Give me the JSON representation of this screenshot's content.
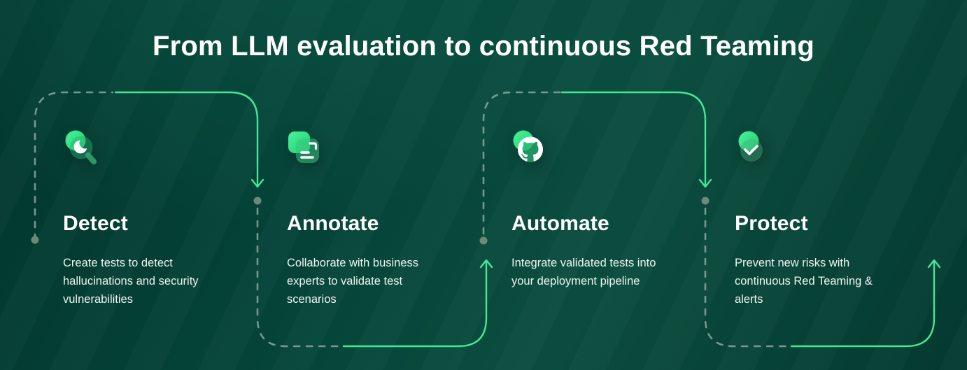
{
  "header": {
    "title": "From LLM evaluation to continuous Red Teaming"
  },
  "steps": [
    {
      "title": "Detect",
      "description": "Create tests to detect hallucinations and security vulnerabilities",
      "icon": "magnifier-icon"
    },
    {
      "title": "Annotate",
      "description": "Collaborate with business experts to validate test scenarios",
      "icon": "documents-icon"
    },
    {
      "title": "Automate",
      "description": "Integrate validated tests into your deployment pipeline",
      "icon": "github-icon"
    },
    {
      "title": "Protect",
      "description": "Prevent new risks with continuous Red Teaming & alerts",
      "icon": "shield-check-icon"
    }
  ],
  "colors": {
    "accent": "#45e795",
    "dash": "#8ba79c",
    "dot": "#6e887d",
    "bg-dark": "#02372d",
    "bg-mid": "#05443a",
    "bg-light": "#0b4e3f",
    "text": "#eef4f1"
  }
}
